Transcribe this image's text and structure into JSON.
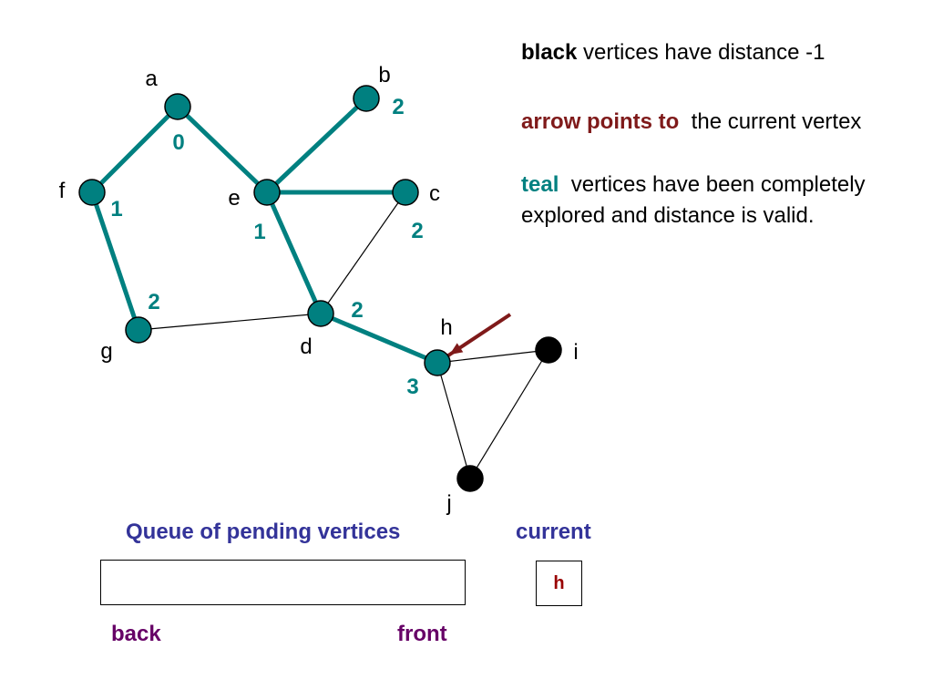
{
  "colors": {
    "teal": "#008080",
    "black": "#000000",
    "arrow": "#7f1a1a",
    "queue_title": "#333399",
    "back_front": "#660066",
    "current_value": "#990000"
  },
  "graph": {
    "vertices": [
      {
        "id": "a",
        "label": "a",
        "distance": "0",
        "state": "teal"
      },
      {
        "id": "b",
        "label": "b",
        "distance": "2",
        "state": "teal"
      },
      {
        "id": "c",
        "label": "c",
        "distance": "2",
        "state": "teal"
      },
      {
        "id": "d",
        "label": "d",
        "distance": "2",
        "state": "teal"
      },
      {
        "id": "e",
        "label": "e",
        "distance": "1",
        "state": "teal"
      },
      {
        "id": "f",
        "label": "f",
        "distance": "1",
        "state": "teal"
      },
      {
        "id": "g",
        "label": "g",
        "distance": "2",
        "state": "teal"
      },
      {
        "id": "h",
        "label": "h",
        "distance": "3",
        "state": "teal"
      },
      {
        "id": "i",
        "label": "i",
        "distance": "",
        "state": "black"
      },
      {
        "id": "j",
        "label": "j",
        "distance": "",
        "state": "black"
      }
    ],
    "edges": [
      {
        "from": "a",
        "to": "f",
        "tree": true
      },
      {
        "from": "a",
        "to": "e",
        "tree": true
      },
      {
        "from": "e",
        "to": "b",
        "tree": true
      },
      {
        "from": "e",
        "to": "c",
        "tree": true
      },
      {
        "from": "e",
        "to": "d",
        "tree": true
      },
      {
        "from": "f",
        "to": "g",
        "tree": true
      },
      {
        "from": "d",
        "to": "h",
        "tree": true
      },
      {
        "from": "c",
        "to": "d",
        "tree": false
      },
      {
        "from": "g",
        "to": "d",
        "tree": false
      },
      {
        "from": "h",
        "to": "i",
        "tree": false
      },
      {
        "from": "h",
        "to": "j",
        "tree": false
      },
      {
        "from": "i",
        "to": "j",
        "tree": false
      }
    ],
    "arrow_target": "h"
  },
  "legend": {
    "black_word": "black",
    "black_text": " vertices have distance -1",
    "arrow_word": "arrow points to",
    "arrow_text": "  the current vertex",
    "teal_word": "teal",
    "teal_text": "  vertices have been completely explored and distance is valid."
  },
  "queue": {
    "title": "Queue of pending vertices",
    "items": [],
    "back_label": "back",
    "front_label": "front"
  },
  "current": {
    "title": "current",
    "value": "h"
  }
}
